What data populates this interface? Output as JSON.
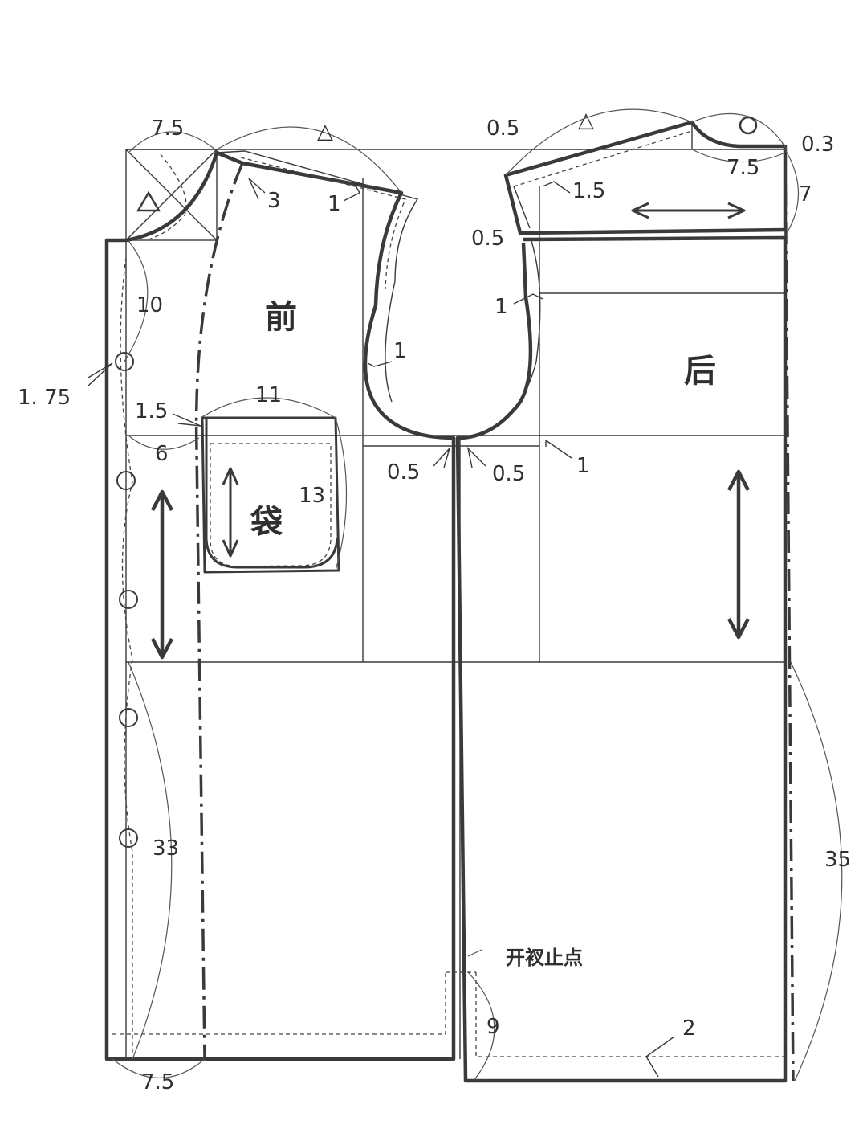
{
  "labels": {
    "front": "前",
    "back": "后",
    "pocket": "袋",
    "vent_stop": "开衩止点"
  },
  "dimensions": {
    "d_7_5_top": "7.5",
    "d_0_5_top": "0.5",
    "d_0_3": "0.3",
    "d_7_5_back_neck": "7.5",
    "d_3": "3",
    "d_1_front_shoulder": "1",
    "d_1_5_back_shoulder": "1.5",
    "d_7": "7",
    "d_0_5_back_armhole": "0.5",
    "d_10": "10",
    "d_1_back_armhole": "1",
    "d_1_front_armhole": "1",
    "d_1_75": "1. 75",
    "d_11": "11",
    "d_1_5_pocket": "1.5",
    "d_6": "6",
    "d_13": "13",
    "d_0_5_side_left": "0.5",
    "d_0_5_side_right": "0.5",
    "d_1_side": "1",
    "d_33": "33",
    "d_35": "35",
    "d_9": "9",
    "d_2": "2",
    "d_7_5_bottom": "7.5"
  },
  "markers": {
    "triangle_symbol": "△",
    "triangle_dot_symbol": "△",
    "triangle_dot_back_symbol": "△",
    "circle_symbol": "○"
  },
  "colors": {
    "line": "#3a3a3a",
    "background": "#ffffff"
  }
}
